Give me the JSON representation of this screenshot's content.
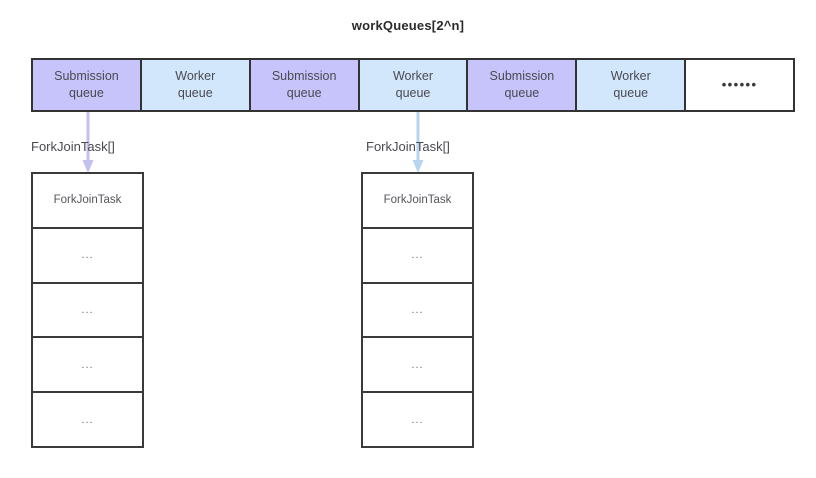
{
  "title": "workQueues[2^n]",
  "colors": {
    "submission_fill": "#c6c4fa",
    "worker_fill": "#d2e7fb",
    "more_fill": "#ffffff",
    "border": "#333333",
    "text": "#4a4a52",
    "arrow_left": "#c3c0ef",
    "arrow_right": "#b8d5f0"
  },
  "queue_row": {
    "cells": [
      {
        "type": "submission",
        "line1": "Submission",
        "line2": "queue"
      },
      {
        "type": "worker",
        "line1": "Worker",
        "line2": "queue"
      },
      {
        "type": "submission",
        "line1": "Submission",
        "line2": "queue"
      },
      {
        "type": "worker",
        "line1": "Worker",
        "line2": "queue"
      },
      {
        "type": "submission",
        "line1": "Submission",
        "line2": "queue"
      },
      {
        "type": "worker",
        "line1": "Worker",
        "line2": "queue"
      },
      {
        "type": "more",
        "line1": "••••••",
        "line2": ""
      }
    ]
  },
  "columns": [
    {
      "label": "ForkJoinTask[]",
      "source_cell_index": 0,
      "cells": [
        {
          "text": "ForkJoinTask",
          "kind": "task"
        },
        {
          "text": "...",
          "kind": "ellipsis"
        },
        {
          "text": "...",
          "kind": "ellipsis"
        },
        {
          "text": "...",
          "kind": "ellipsis"
        },
        {
          "text": "...",
          "kind": "ellipsis"
        }
      ]
    },
    {
      "label": "ForkJoinTask[]",
      "source_cell_index": 3,
      "cells": [
        {
          "text": "ForkJoinTask",
          "kind": "task"
        },
        {
          "text": "...",
          "kind": "ellipsis"
        },
        {
          "text": "...",
          "kind": "ellipsis"
        },
        {
          "text": "...",
          "kind": "ellipsis"
        },
        {
          "text": "...",
          "kind": "ellipsis"
        }
      ]
    }
  ]
}
